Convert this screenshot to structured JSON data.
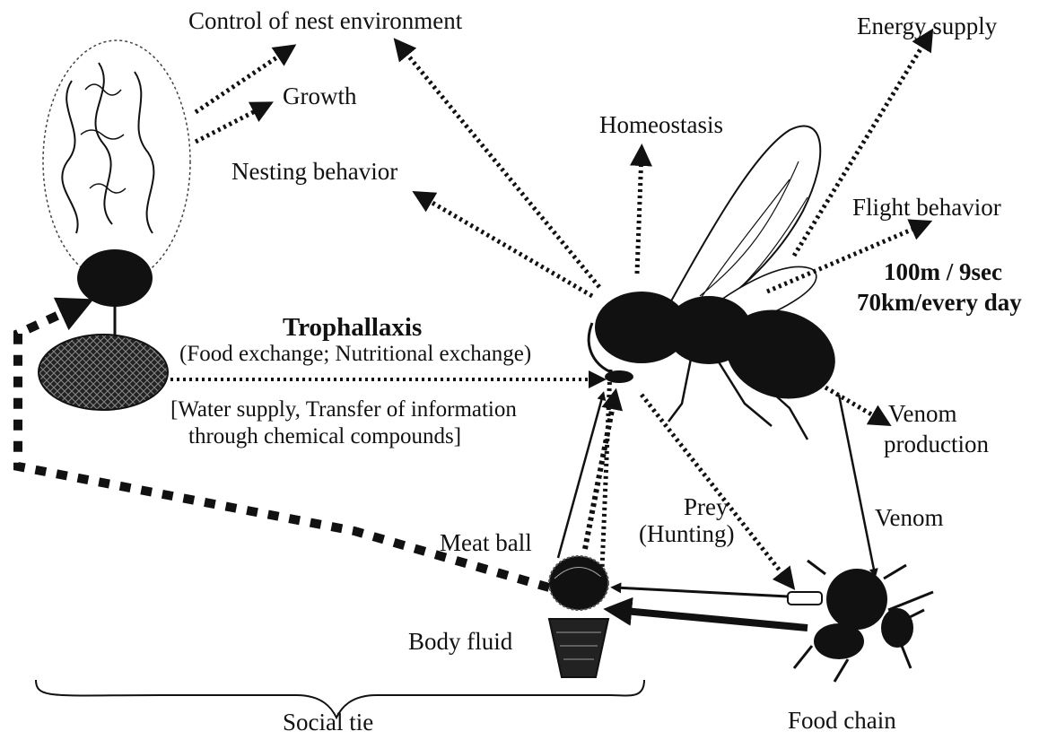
{
  "labels": {
    "control_nest": "Control of nest environment",
    "energy_supply": "Energy supply",
    "growth": "Growth",
    "homeostasis": "Homeostasis",
    "nesting_behavior": "Nesting behavior",
    "flight_behavior": "Flight behavior",
    "flight_speed": "100m / 9sec",
    "flight_distance": "70km/every day",
    "trophallaxis": "Trophallaxis",
    "trophallaxis_sub": "(Food exchange; Nutritional exchange)",
    "bracket_line1": "[Water supply, Transfer of information",
    "bracket_line2": "through chemical compounds]",
    "venom_production_1": "Venom",
    "venom_production_2": "production",
    "venom": "Venom",
    "prey": "Prey",
    "hunting": "(Hunting)",
    "meat_ball": "Meat ball",
    "body_fluid": "Body fluid",
    "social_tie": "Social tie",
    "food_chain": "Food chain"
  }
}
